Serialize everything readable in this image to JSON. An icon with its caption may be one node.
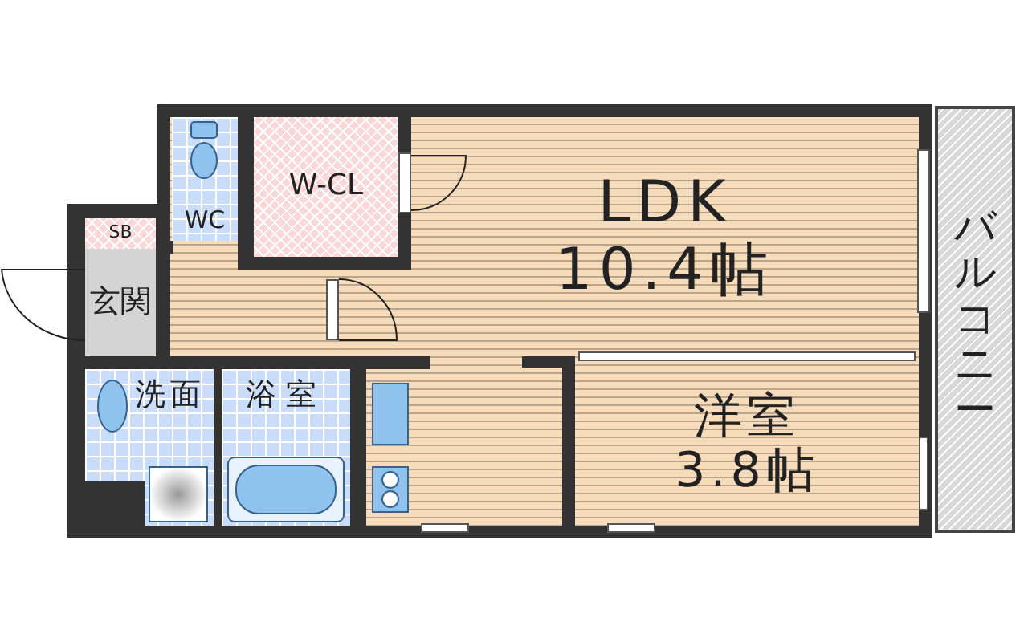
{
  "diagram": {
    "nodes": [
      {
        "text": [
          "LDK",
          "10.4帖"
        ]
      },
      {
        "text": [
          "W-CL"
        ]
      },
      {
        "text": [
          "WC"
        ]
      },
      {
        "text": [
          "SB"
        ]
      },
      {
        "text": [
          "玄関"
        ]
      },
      {
        "text": [
          "洗面"
        ]
      },
      {
        "text": [
          "浴室"
        ]
      },
      {
        "text": [
          "洋室",
          "3.8帖"
        ]
      },
      {
        "text": [
          "バルコニー"
        ]
      }
    ]
  }
}
